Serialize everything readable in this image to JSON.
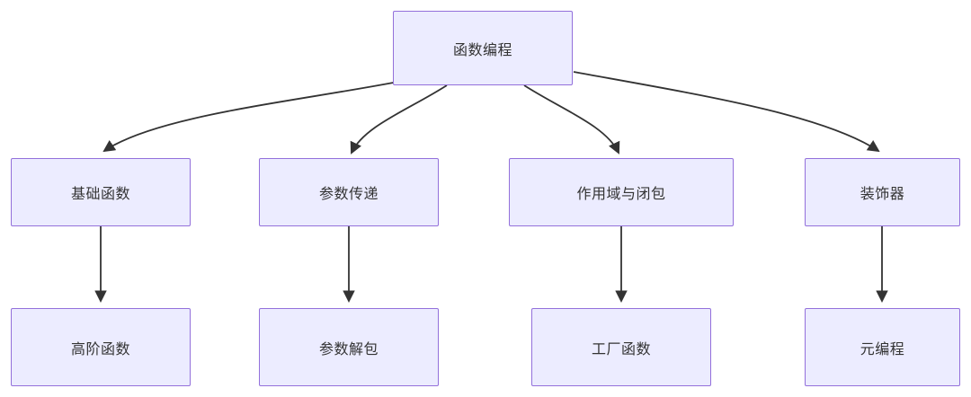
{
  "diagram": {
    "type": "flowchart",
    "direction": "top-down",
    "colors": {
      "node_fill": "#ECECFF",
      "node_border": "#9370DB",
      "edge": "#333333",
      "text": "#333333",
      "background": "#FFFFFF"
    },
    "nodes": {
      "root": {
        "label": "函数编程"
      },
      "basic": {
        "label": "基础函数"
      },
      "params": {
        "label": "参数传递"
      },
      "scope": {
        "label": "作用域与闭包"
      },
      "decorator": {
        "label": "装饰器"
      },
      "higher": {
        "label": "高阶函数"
      },
      "unpack": {
        "label": "参数解包"
      },
      "factory": {
        "label": "工厂函数"
      },
      "meta": {
        "label": "元编程"
      }
    },
    "edges": [
      {
        "from": "函数编程",
        "to": "基础函数"
      },
      {
        "from": "函数编程",
        "to": "参数传递"
      },
      {
        "from": "函数编程",
        "to": "作用域与闭包"
      },
      {
        "from": "函数编程",
        "to": "装饰器"
      },
      {
        "from": "基础函数",
        "to": "高阶函数"
      },
      {
        "from": "参数传递",
        "to": "参数解包"
      },
      {
        "from": "作用域与闭包",
        "to": "工厂函数"
      },
      {
        "from": "装饰器",
        "to": "元编程"
      }
    ]
  }
}
